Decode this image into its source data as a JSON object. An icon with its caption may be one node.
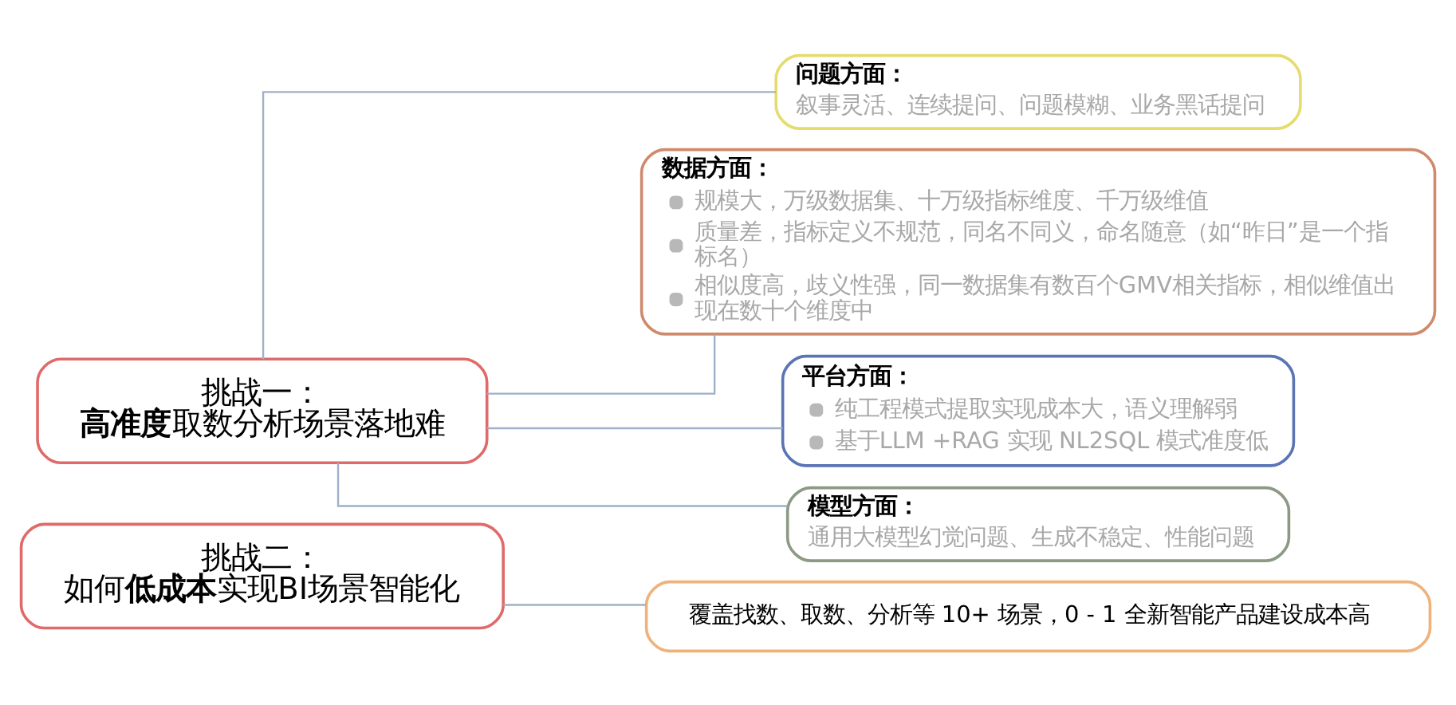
{
  "diagram": {
    "nodes": [
      {
        "text": [
          "挑战一：",
          "**高准度**取数分析场景落地难"
        ]
      },
      {
        "text": [
          "问题方面：",
          "叙事灵活、连续提问、问题模糊、业务黑话提问"
        ]
      },
      {
        "text": [
          "数据方面：",
          "规模大，万级数据集、十万级指标维度、千万级维值",
          "质量差，指标定义不规范，同名不同义，命名随意（如“昨日”是一个指标名）",
          "相似度高，歧义性强，同一数据集有数百个GMV相关指标，相似维值出现在数十个维度中"
        ]
      },
      {
        "text": [
          "平台方面：",
          "纯工程模式提取实现成本大，语义理解弱",
          "基于LLM +RAG 实现 NL2SQL 模式准度低"
        ]
      },
      {
        "text": [
          "模型方面：",
          "通用大模型幻觉问题、生成不稳定、性能问题"
        ]
      },
      {
        "text": [
          "挑战二：",
          "如何**低成本**实现BI场景智能化"
        ]
      },
      {
        "text": [
          "覆盖找数、取数、分析等 10+ 场景，0 - 1 全新智能产品建设成本高"
        ]
      }
    ],
    "edges": [
      {
        "from": 0,
        "to": 1,
        "arrow": "none"
      },
      {
        "from": 0,
        "to": 2,
        "arrow": "none"
      },
      {
        "from": 0,
        "to": 3,
        "arrow": "none"
      },
      {
        "from": 0,
        "to": 4,
        "arrow": "none"
      },
      {
        "from": 5,
        "to": 6,
        "arrow": "none"
      }
    ]
  }
}
